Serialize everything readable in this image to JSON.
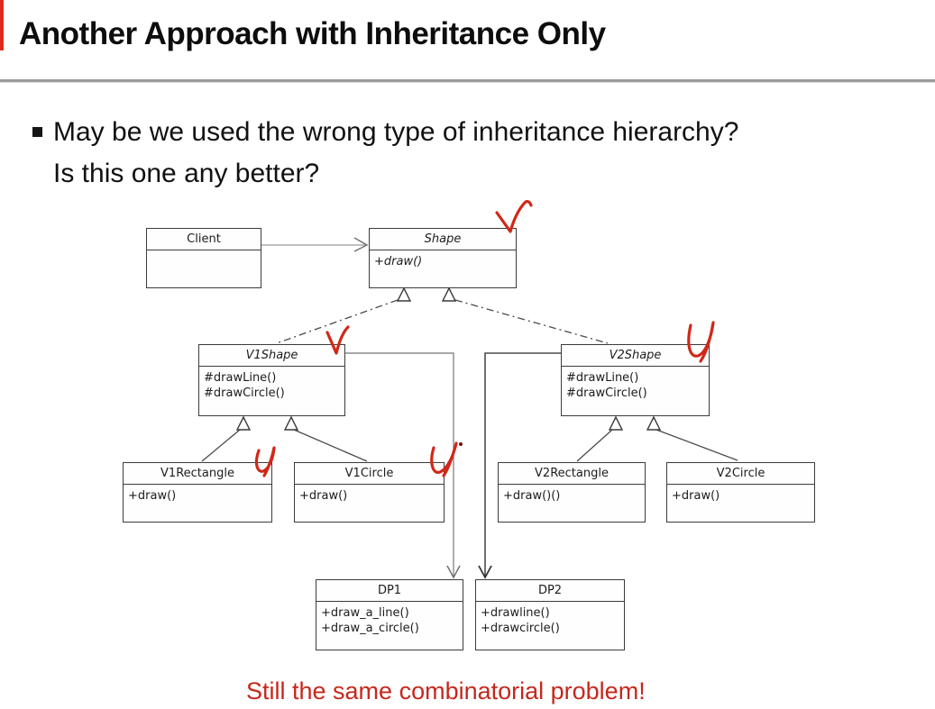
{
  "slide": {
    "title": "Another Approach with Inheritance Only",
    "bullet": {
      "line1": "May be we used the wrong type of inheritance hierarchy?",
      "line2": "Is this one any better?"
    },
    "footer_note": "Still the same combinatorial problem!"
  },
  "colors": {
    "annotation_red": "#d02818",
    "note_red": "#c5281c",
    "accent_strip_red": "#e02b1c",
    "box_border": "#3c3c3c"
  },
  "diagram": {
    "classes": [
      {
        "id": "client",
        "name": "Client",
        "abstract": false,
        "methods": []
      },
      {
        "id": "shape",
        "name": "Shape",
        "abstract": true,
        "methods": [
          "+draw()"
        ]
      },
      {
        "id": "v1shape",
        "name": "V1Shape",
        "abstract": true,
        "methods": [
          "#drawLine()",
          "#drawCircle()"
        ]
      },
      {
        "id": "v2shape",
        "name": "V2Shape",
        "abstract": true,
        "methods": [
          "#drawLine()",
          "#drawCircle()"
        ]
      },
      {
        "id": "v1rectangle",
        "name": "V1Rectangle",
        "abstract": false,
        "methods": [
          "+draw()"
        ]
      },
      {
        "id": "v1circle",
        "name": "V1Circle",
        "abstract": false,
        "methods": [
          "+draw()"
        ]
      },
      {
        "id": "v2rectangle",
        "name": "V2Rectangle",
        "abstract": false,
        "methods": [
          "+draw()()"
        ]
      },
      {
        "id": "v2circle",
        "name": "V2Circle",
        "abstract": false,
        "methods": [
          "+draw()"
        ]
      },
      {
        "id": "dp1",
        "name": "DP1",
        "abstract": false,
        "methods": [
          "+draw_a_line()",
          "+draw_a_circle()"
        ]
      },
      {
        "id": "dp2",
        "name": "DP2",
        "abstract": false,
        "methods": [
          "+drawline()",
          "+drawcircle()"
        ]
      }
    ],
    "relations": [
      "Client -> Shape (association arrow)",
      "V1Shape --|> Shape (dashed generalization)",
      "V2Shape --|> Shape (dashed generalization)",
      "V1Rectangle --|> V1Shape",
      "V1Circle --|> V1Shape",
      "V2Rectangle --|> V2Shape",
      "V2Circle --|> V2Shape",
      "V1Shape -> DP1 (arrow)",
      "V2Shape -> DP2 (arrow)"
    ],
    "handwritten_checkmarks_on": [
      "Shape",
      "V1Shape",
      "V2Shape",
      "V1Rectangle",
      "V1Circle"
    ]
  }
}
